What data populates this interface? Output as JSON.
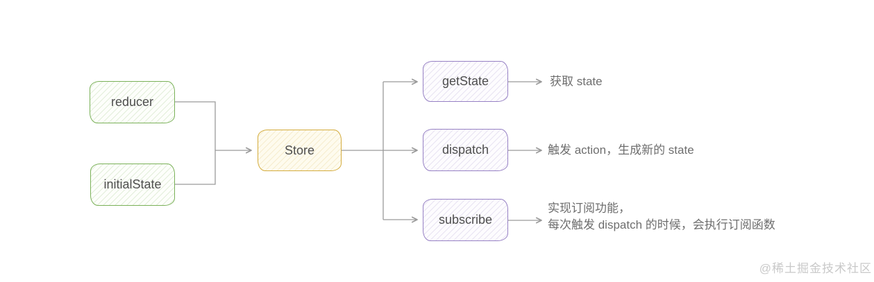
{
  "nodes": [
    {
      "id": "reducer",
      "label": "reducer",
      "color": "green"
    },
    {
      "id": "initialState",
      "label": "initialState",
      "color": "green"
    },
    {
      "id": "store",
      "label": "Store",
      "color": "yellow"
    },
    {
      "id": "getState",
      "label": "getState",
      "color": "purple"
    },
    {
      "id": "dispatch",
      "label": "dispatch",
      "color": "purple"
    },
    {
      "id": "subscribe",
      "label": "subscribe",
      "color": "purple"
    }
  ],
  "annotations": {
    "getState": {
      "line1": "获取 state"
    },
    "dispatch": {
      "line1": "触发 action，生成新的 state"
    },
    "subscribe": {
      "line1": "实现订阅功能，",
      "line2": "每次触发 dispatch 的时候，会执行订阅函数"
    }
  },
  "watermark": "@稀土掘金技术社区",
  "colors": {
    "green_border": "#7ab158",
    "yellow_border": "#d4ac3e",
    "purple_border": "#9680c4",
    "connector_line": "#9a9a9a",
    "node_text": "#4e4e4e",
    "annotation_text": "#6e6e6e",
    "watermark_text": "#c9c9c9",
    "background": "#ffffff"
  }
}
